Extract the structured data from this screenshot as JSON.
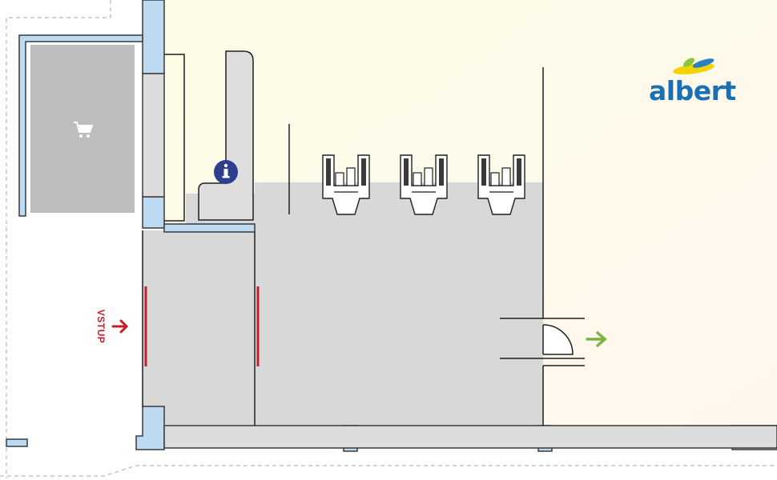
{
  "brand": {
    "name": "albert",
    "color": "#1a6fb5",
    "leaf_colors": [
      "#f3d300",
      "#8cc63e",
      "#2a7fc0"
    ]
  },
  "map": {
    "entrance_label": "VSTUP",
    "entrance_color": "#c0202a",
    "exit_arrow_color": "#7cb342",
    "info_icon": "info-icon",
    "cart_icon": "shopping-cart-icon",
    "checkout_count": 3,
    "colors": {
      "wall_blue": "#bcdaf2",
      "floor_grey": "#d9d8d9",
      "store_cream": "#fefce9",
      "cart_area": "#bdbdbd",
      "line": "#1f1f1f"
    }
  }
}
